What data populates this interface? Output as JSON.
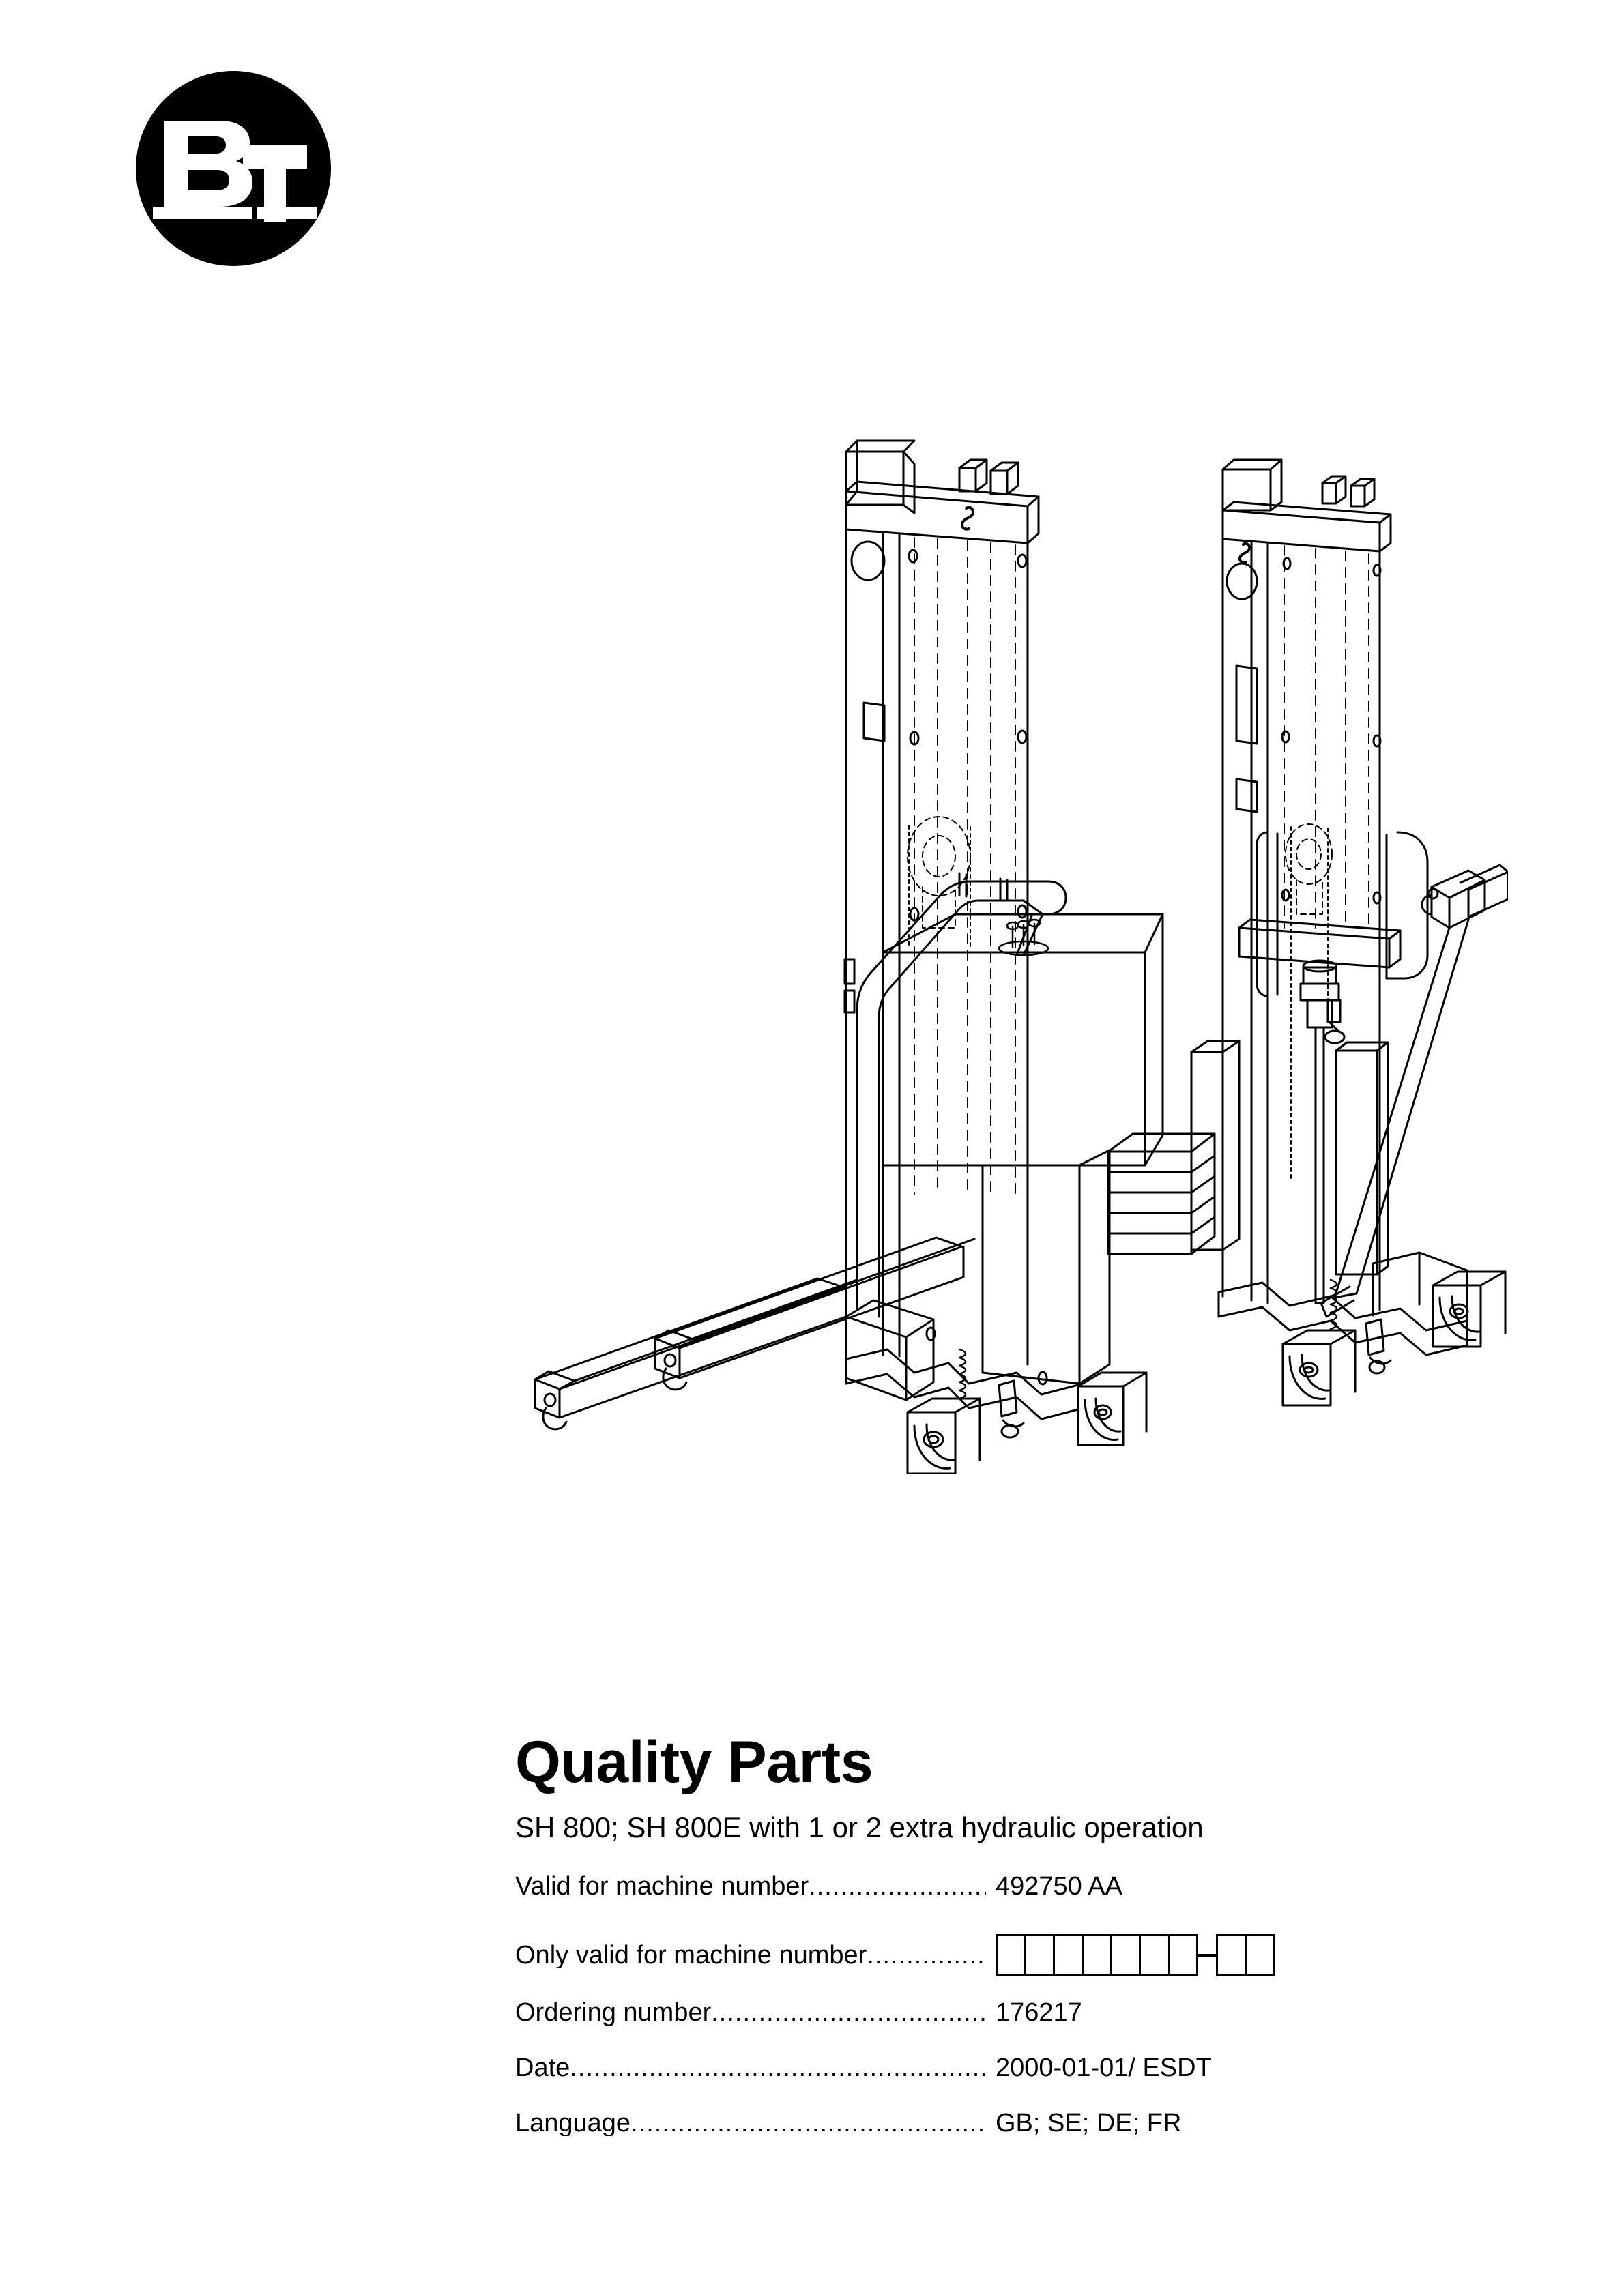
{
  "brand": {
    "logo_name": "BT",
    "logo_letters": [
      "B",
      "T"
    ]
  },
  "illustration": {
    "name": "stacker-truck-line-drawing",
    "caption": "Technical line drawing of two SH 800 pedestrian stacker trucks"
  },
  "document": {
    "title": "Quality Parts",
    "subtitle": "SH 800; SH 800E with 1 or 2 extra hydraulic operation"
  },
  "fields": [
    {
      "label": "Valid for machine number",
      "leader": "....................................................",
      "value": "492750 AA",
      "type": "text",
      "name": "valid-for-machine-number"
    },
    {
      "label": "Only valid for machine number",
      "leader": "............................................",
      "value": "",
      "type": "boxes",
      "box_groups": [
        7,
        2
      ],
      "separator": "-",
      "name": "only-valid-for-machine-number"
    },
    {
      "label": "Ordering number",
      "leader": "..............................................................",
      "value": "176217",
      "type": "text",
      "name": "ordering-number"
    },
    {
      "label": "Date",
      "leader": "......................................................................................",
      "value": "2000-01-01/ ESDT",
      "type": "text",
      "name": "date"
    },
    {
      "label": "Language",
      "leader": "..........................................................................",
      "value": "GB; SE; DE; FR",
      "type": "text",
      "name": "language"
    }
  ],
  "colors": {
    "ink": "#000000",
    "paper": "#ffffff"
  }
}
